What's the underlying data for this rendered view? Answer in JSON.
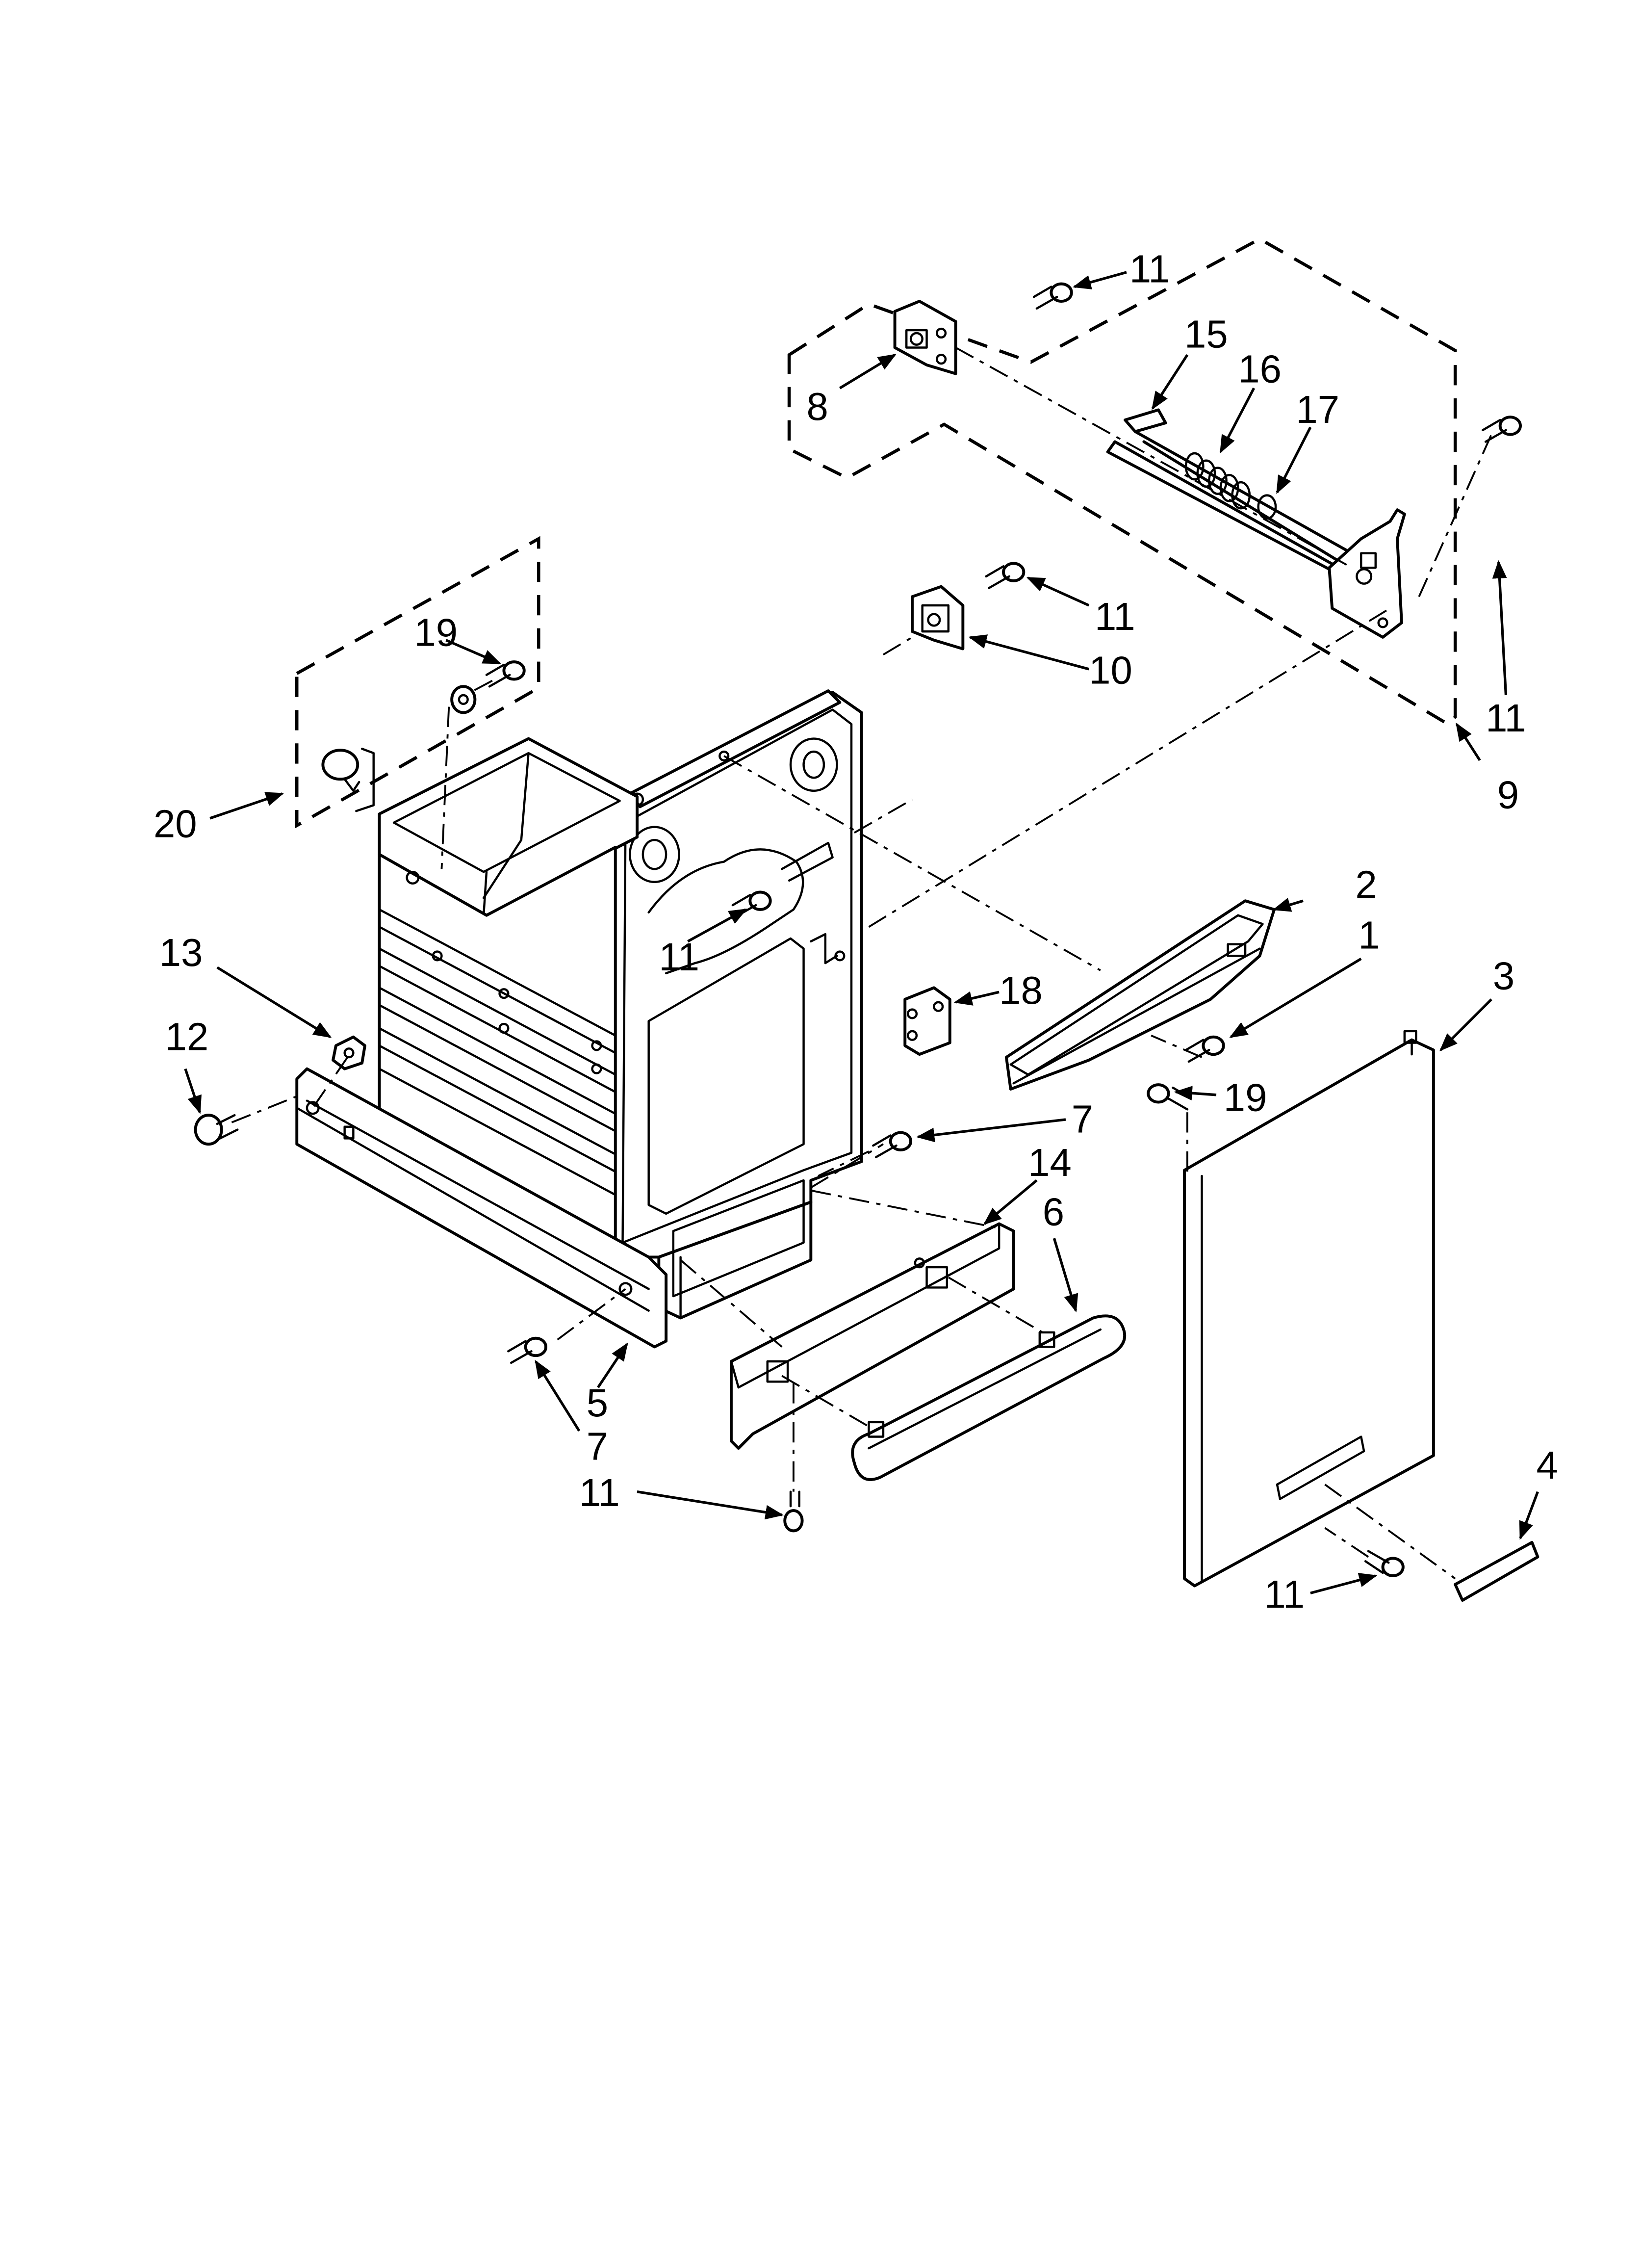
{
  "callouts": {
    "c1": "1",
    "c2": "2",
    "c3": "3",
    "c4": "4",
    "c5": "5",
    "c6": "6",
    "c7a": "7",
    "c7b": "7",
    "c8": "8",
    "c9": "9",
    "c10": "10",
    "c11a": "11",
    "c11b": "11",
    "c11c": "11",
    "c11d": "11",
    "c11e": "11",
    "c11f": "11",
    "c12": "12",
    "c13": "13",
    "c14": "14",
    "c15": "15",
    "c16": "16",
    "c17": "17",
    "c18": "18",
    "c19a": "19",
    "c19b": "19",
    "c20": "20"
  }
}
